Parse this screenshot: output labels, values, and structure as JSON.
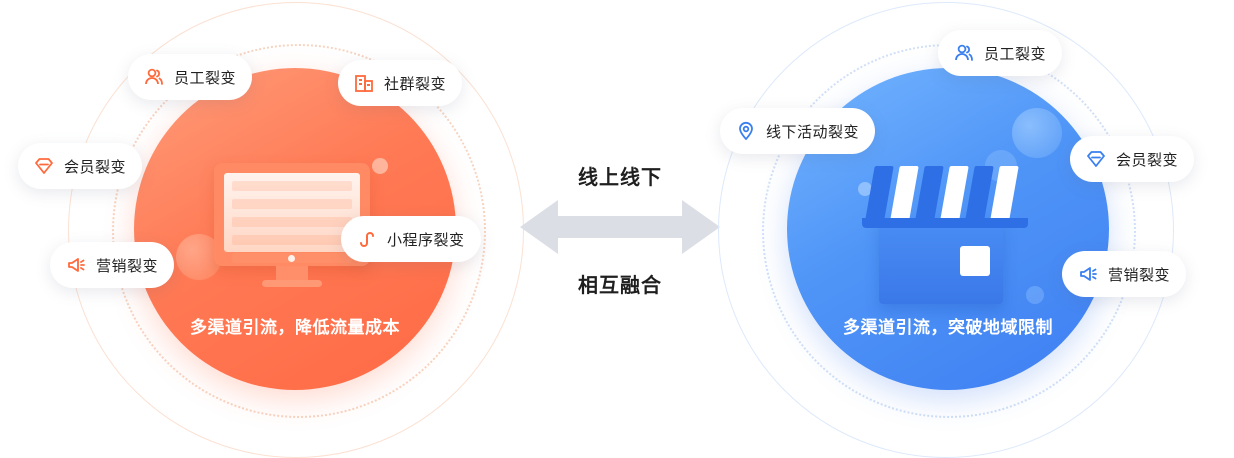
{
  "left": {
    "caption": "多渠道引流，降低流量成本",
    "accent": "#ff6a44",
    "pills": [
      {
        "label": "员工裂变",
        "icon": "users-icon"
      },
      {
        "label": "社群裂变",
        "icon": "community-building-icon"
      },
      {
        "label": "会员裂变",
        "icon": "diamond-icon"
      },
      {
        "label": "小程序裂变",
        "icon": "mini-program-icon"
      },
      {
        "label": "营销裂变",
        "icon": "megaphone-icon"
      }
    ]
  },
  "center": {
    "top_label": "线上线下",
    "bottom_label": "相互融合",
    "arrow_color": "#dcdee6"
  },
  "right": {
    "caption": "多渠道引流，突破地域限制",
    "accent": "#3e7ef2",
    "pills": [
      {
        "label": "员工裂变",
        "icon": "users-icon"
      },
      {
        "label": "线下活动裂变",
        "icon": "location-pin-icon"
      },
      {
        "label": "会员裂变",
        "icon": "diamond-icon"
      },
      {
        "label": "营销裂变",
        "icon": "megaphone-icon"
      }
    ]
  }
}
